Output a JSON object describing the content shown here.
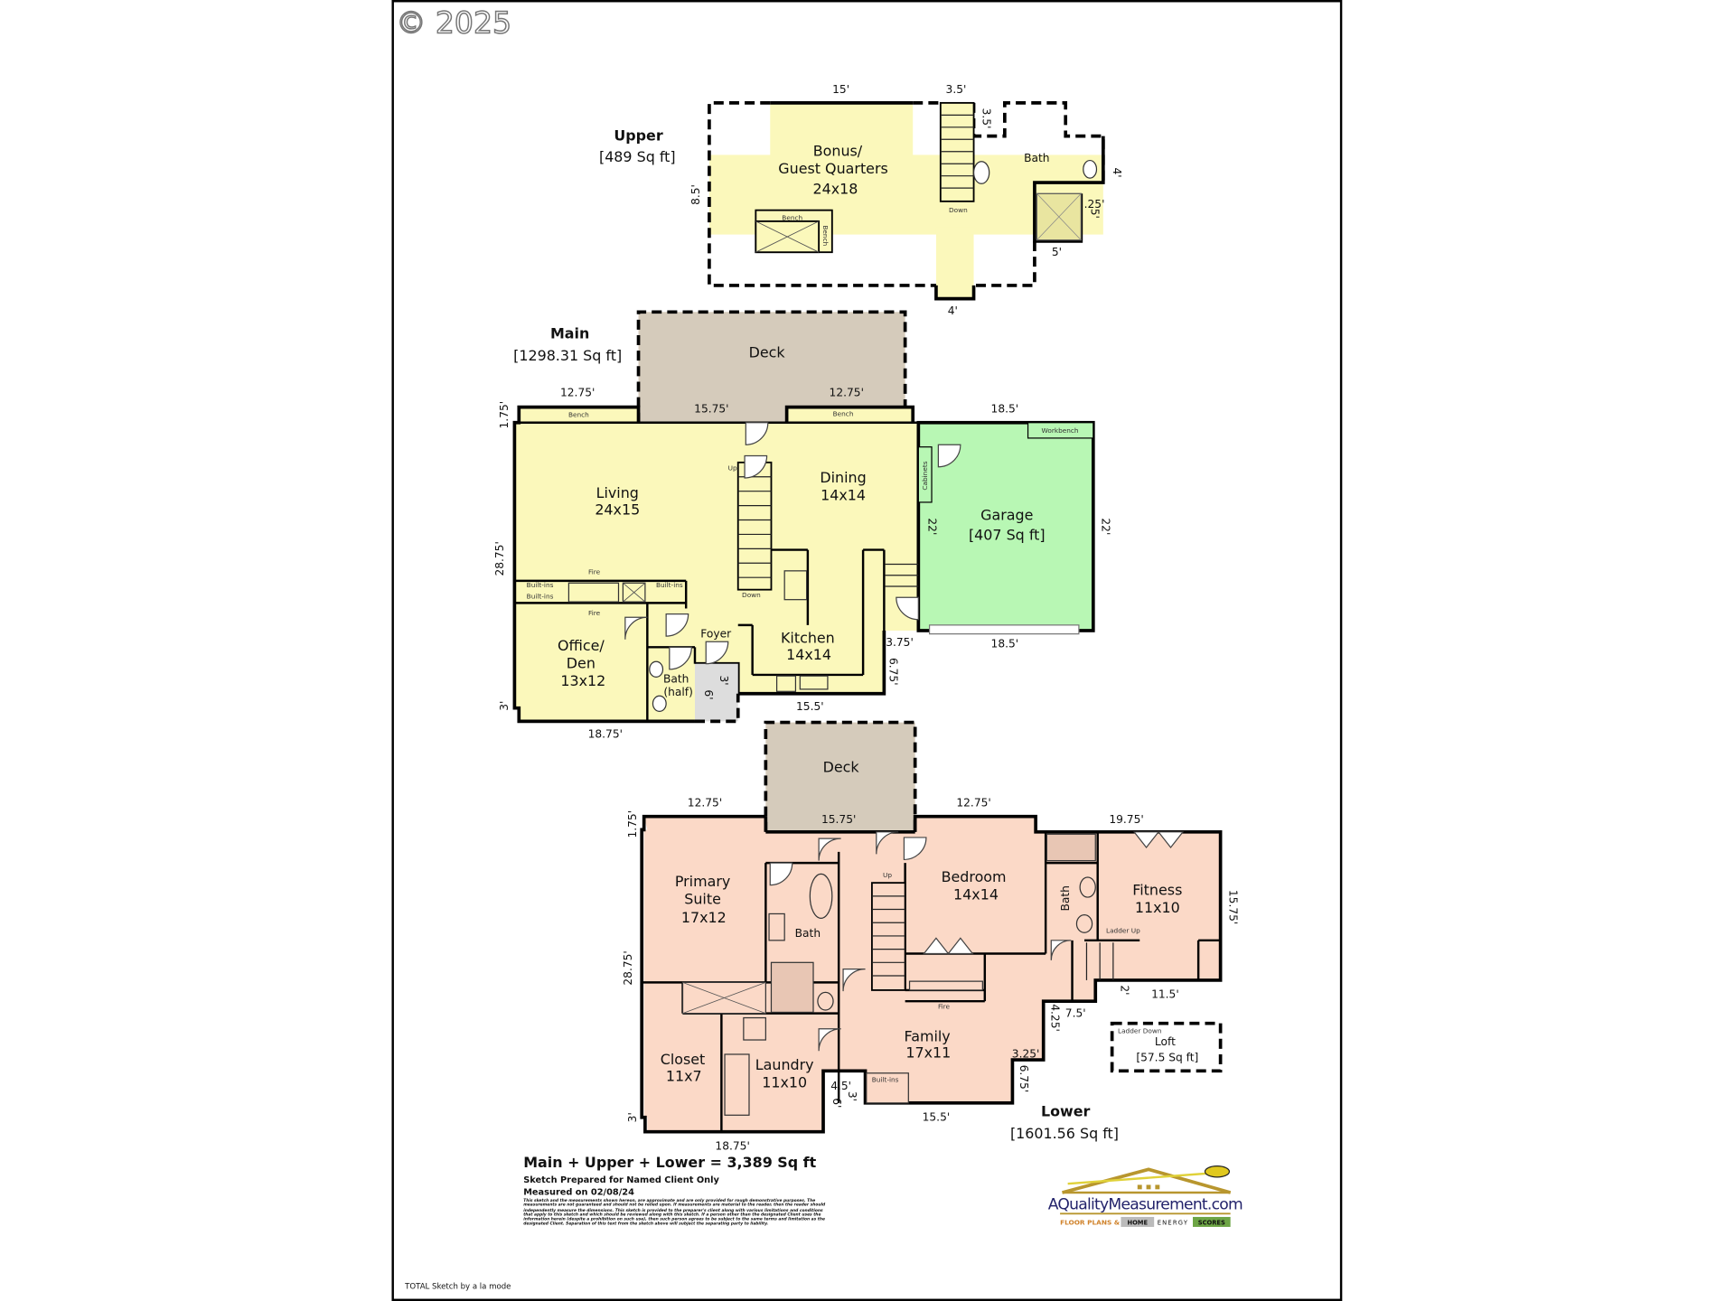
{
  "copyright": "© 2025",
  "colors": {
    "upper_main_fill": "#fbf8bb",
    "garage_fill": "#b8f7b4",
    "deck_fill": "#d5cbbb",
    "lower_fill": "#fbd9c7",
    "vestibule_fill": "#dddddd",
    "logo_gold": "#b8962e",
    "logo_navy": "#23236b",
    "logo_orange": "#d0822a"
  },
  "upper": {
    "title": "Upper",
    "area": "[489 Sq ft]",
    "rooms": {
      "bonus_l1": "Bonus/",
      "bonus_l2": "Guest Quarters",
      "bonus_size": "24x18",
      "bath": "Bath"
    },
    "labels": {
      "bench_h": "Bench",
      "bench_v": "Bench",
      "down": "Down"
    },
    "dims": [
      "15'",
      "3.5'",
      "3.5'",
      "8.5'",
      "4'",
      ".25'",
      "5'",
      "5'",
      "4'"
    ]
  },
  "main": {
    "title": "Main",
    "area": "[1298.31 Sq ft]",
    "rooms": {
      "deck": "Deck",
      "living": "Living",
      "living_size": "24x15",
      "dining": "Dining",
      "dining_size": "14x14",
      "garage": "Garage",
      "garage_area": "[407 Sq ft]",
      "office_l1": "Office/",
      "office_l2": "Den",
      "office_size": "13x12",
      "bath_l1": "Bath",
      "bath_l2": "(half)",
      "foyer": "Foyer",
      "kitchen": "Kitchen",
      "kitchen_size": "14x14"
    },
    "labels": {
      "bench1": "Bench",
      "bench2": "Bench",
      "workbench": "Workbench",
      "cabinets": "Cabinets",
      "up": "Up",
      "down": "Down",
      "fire1": "Fire",
      "fire2": "Fire",
      "builtins1": "Built-ins",
      "builtins2": "Built-ins",
      "builtins3": "Built-ins"
    },
    "dims": [
      "12.75'",
      "15.75'",
      "12.75'",
      "18.5'",
      "1.75'",
      "28.75'",
      "22'",
      "22'",
      "3.75'",
      "6.75'",
      "15.5'",
      "18.5'",
      "3'",
      "18.75'",
      "6'",
      "3'"
    ]
  },
  "lower": {
    "title": "Lower",
    "area": "[1601.56 Sq ft]",
    "rooms": {
      "deck": "Deck",
      "primary_l1": "Primary",
      "primary_l2": "Suite",
      "primary_size": "17x12",
      "bath": "Bath",
      "bath2": "Bath",
      "bedroom": "Bedroom",
      "bedroom_size": "14x14",
      "fitness": "Fitness",
      "fitness_size": "11x10",
      "closet": "Closet",
      "closet_size": "11x7",
      "laundry": "Laundry",
      "laundry_size": "11x10",
      "family": "Family",
      "family_size": "17x11",
      "loft": "Loft",
      "loft_area": "[57.5 Sq ft]"
    },
    "labels": {
      "up": "Up",
      "ladder_up": "Ladder Up",
      "fire": "Fire",
      "builtins": "Built-ins",
      "ladder_down": "Ladder Down"
    },
    "dims": [
      "12.75'",
      "15.75'",
      "12.75'",
      "19.75'",
      "1.75'",
      "28.75'",
      "15.75'",
      "2'",
      "11.5'",
      "7.5'",
      "4.25'",
      "3.25'",
      "6.75'",
      "15.5'",
      "4.5'",
      "3'",
      "6'",
      "3'",
      "18.75'"
    ]
  },
  "summary": {
    "total": "Main + Upper + Lower = 3,389 Sq ft",
    "prepared": "Sketch Prepared for Named Client Only",
    "measured": "Measured on 02/08/24",
    "disclaimer": "This sketch and the measurements shown hereon, are approximate and are only provided for rough demonstrative purposes. The measurements are not guaranteed and should not be relied upon. If measurements are material to the reader, then the reader should independently measure the dimensions. This sketch is provided to the preparer's client along with various limitations and conditions that apply to this sketch and which should be reviewed along with this sketch. If a person other than the designated Client uses the information herein (despite a prohibition on such use), then such person agrees to be subject to the same terms and limitation as the designated Client. Separation of this text from the sketch above will subject the separating party to liability."
  },
  "logo": {
    "name": "AQualityMeasurement.com",
    "tagline": "FLOOR PLANS &",
    "home": "HOME",
    "energy": "ENERGY",
    "scores": "SCORES"
  },
  "footer": "TOTAL Sketch by a la mode"
}
